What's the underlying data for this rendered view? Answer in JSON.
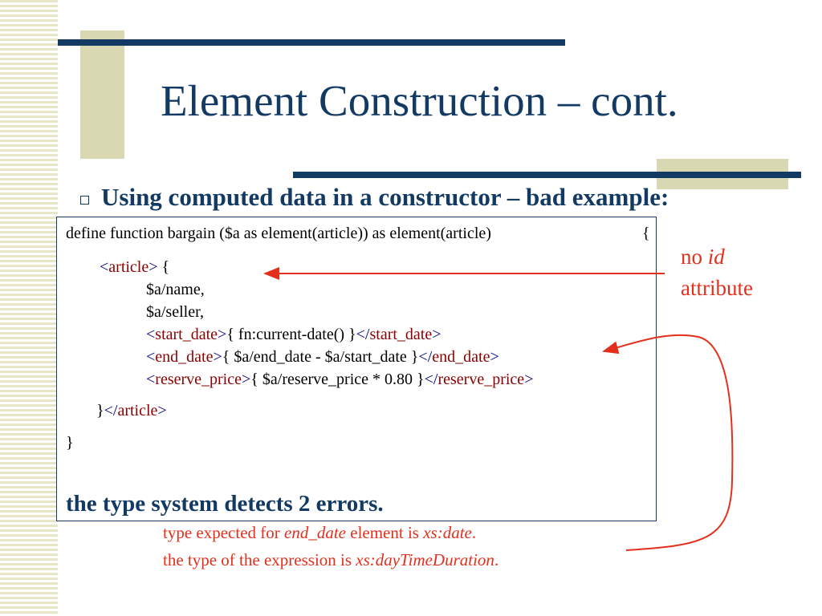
{
  "slide": {
    "title": "Element Construction – cont.",
    "bullet": "Using computed data in a constructor – bad example:"
  },
  "code": {
    "l1": "define function bargain ($a as element(article)) as element(article)",
    "l1_brace": "{",
    "l2_lt": "<",
    "l2_tag": "article",
    "l2_gt": ">",
    "l2_rest": " {",
    "l3": "$a/name,",
    "l4": "$a/seller,",
    "l5_lt": "<",
    "l5_tag": "start_date",
    "l5_gt": ">",
    "l5_expr": "{ fn:current-date() }",
    "l5_close_lt": "</",
    "l5_close_tag": "start_date",
    "l5_close_gt": ">",
    "l6_lt": "<",
    "l6_tag": "end_date",
    "l6_gt": ">",
    "l6_expr": "{ $a/end_date - $a/start_date }",
    "l6_close_lt": "</",
    "l6_close_tag": "end_date",
    "l6_close_gt": ">",
    "l7_lt": "<",
    "l7_tag": "reserve_price",
    "l7_gt": ">",
    "l7_expr": "{ $a/reserve_price * 0.80 }",
    "l7_close_lt": "</",
    "l7_close_tag": "reserve_price",
    "l7_close_gt": ">",
    "l8_brace": "}",
    "l8_lt": "</",
    "l8_tag": "article",
    "l8_gt": ">",
    "l9": "}",
    "summary": "the type system detects 2 errors."
  },
  "annotations": {
    "no": "no ",
    "id": "id",
    "attribute": "attribute",
    "err1_pre": "type expected for ",
    "err1_elem": "end_date",
    "err1_mid": " element is ",
    "err1_type": "xs:date",
    "err1_end": ".",
    "err2_pre": "the type of the expression is ",
    "err2_type": "xs:dayTimeDuration",
    "err2_end": "."
  },
  "colors": {
    "title": "#123a63",
    "accent_bar": "#d9d8b3",
    "annotation": "#e3301c",
    "tag": "#8b0000"
  }
}
